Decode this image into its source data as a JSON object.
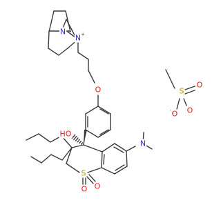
{
  "colors": {
    "bond": "#3a3a3a",
    "nitrogen": "#2b35c8",
    "oxygen": "#e01b1b",
    "sulfur": "#b0a000",
    "carbon_label": "#3a3a3a"
  },
  "labels": {
    "n_quat": "N",
    "n_bridge": "N",
    "n_plus": "+",
    "o_ether": "O",
    "o_hydroxyl": "HO",
    "n_dimethyl": "N",
    "s_ring": "S",
    "o_sulfone_1": "O",
    "o_sulfone_2": "O",
    "s_mesylate": "S",
    "o_mesylate_minus": "O",
    "o_mesylate_2": "O",
    "o_mesylate_3": "O",
    "minus": "-"
  }
}
